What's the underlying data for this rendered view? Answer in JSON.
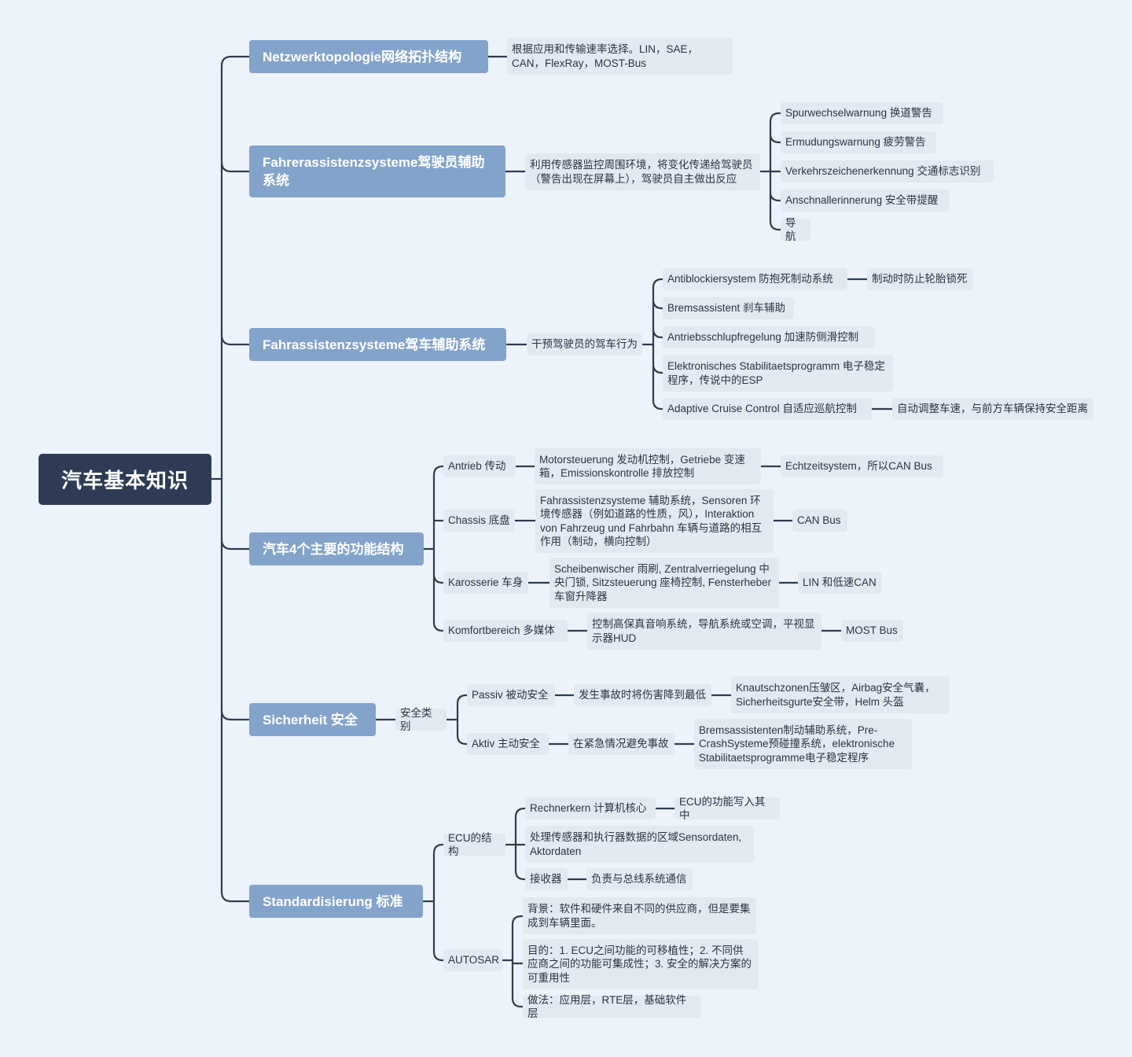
{
  "root": "汽车基本知识",
  "branches": {
    "netz": {
      "label": "Netzwerktopologie网络拓扑结构",
      "desc": "根据应用和传输速率选择。LIN，SAE，CAN，FlexRay，MOST-Bus"
    },
    "fahrer": {
      "label": "Fahrerassistenzsysteme驾驶员辅助系统",
      "desc": "利用传感器监控周围环境，将变化传递给驾驶员（警告出现在屏幕上），驾驶员自主做出反应",
      "items": [
        "Spurwechselwarnung 换道警告",
        "Ermudungswarnung 疲劳警告",
        "Verkehrszeichenerkennung 交通标志识别",
        "Anschnallerinnerung 安全带提醒",
        "导航"
      ]
    },
    "fahr": {
      "label": "Fahrassistenzsysteme驾车辅助系统",
      "desc": "干预驾驶员的驾车行为",
      "items": [
        "Antiblockiersystem 防抱死制动系统",
        "Bremsassistent 刹车辅助",
        "Antriebsschlupfregelung 加速防侧滑控制",
        "Elektronisches Stabilitaetsprogramm 电子稳定程序，传说中的ESP",
        "Adaptive Cruise Control 自适应巡航控制"
      ],
      "details": {
        "abs": "制动时防止轮胎锁死",
        "acc": "自动调整车速，与前方车辆保持安全距离"
      }
    },
    "funk": {
      "label": "汽车4个主要的功能结构",
      "items": [
        {
          "name": "Antrieb 传动",
          "desc": "Motorsteuerung 发动机控制，Getriebe 变速箱，Emissionskontrolle 排放控制",
          "bus": "Echtzeitsystem，所以CAN Bus"
        },
        {
          "name": "Chassis 底盘",
          "desc": "Fahrassistenzsysteme 辅助系统，Sensoren 环境传感器（例如道路的性质，风），Interaktion von Fahrzeug und Fahrbahn  车辆与道路的相互作用（制动，横向控制）",
          "bus": "CAN Bus"
        },
        {
          "name": "Karosserie 车身",
          "desc": "Scheibenwischer 雨刷, Zentralverriegelung 中央门锁, Sitzsteuerung 座椅控制, Fensterheber 车窗升降器",
          "bus": "LIN 和低速CAN"
        },
        {
          "name": "Komfortbereich 多媒体",
          "desc": "控制高保真音响系统，导航系统或空调，平视显示器HUD",
          "bus": "MOST Bus"
        }
      ]
    },
    "sicher": {
      "label": "Sicherheit 安全",
      "category": "安全类别",
      "passiv": {
        "name": "Passiv 被动安全",
        "desc": "发生事故时将伤害降到最低",
        "examples": "Knautschzonen压皱区，Airbag安全气囊，Sicherheitsgurte安全带，Helm 头盔"
      },
      "aktiv": {
        "name": "Aktiv 主动安全",
        "desc": "在紧急情况避免事故",
        "examples": "Bremsassistenten制动辅助系统，Pre-CrashSysteme预碰撞系统，elektronische Stabilitaetsprogramme电子稳定程序"
      }
    },
    "standard": {
      "label": "Standardisierung 标准",
      "ecu": {
        "name": "ECU的结构",
        "rechner": "Rechnerkern 计算机核心",
        "rechner_desc": "ECU的功能写入其中",
        "sensor": "处理传感器和执行器数据的区域Sensordaten, Aktordaten",
        "empf": "接收器",
        "empf_desc": "负责与总线系统通信"
      },
      "autosar": {
        "name": "AUTOSAR",
        "items": [
          "背景：软件和硬件来自不同的供应商，但是要集成到车辆里面。",
          "目的：1. ECU之间功能的可移植性；2. 不同供应商之间的功能可集成性；3. 安全的解决方案的可重用性",
          "做法：应用层，RTE层，基础软件层"
        ]
      }
    }
  }
}
